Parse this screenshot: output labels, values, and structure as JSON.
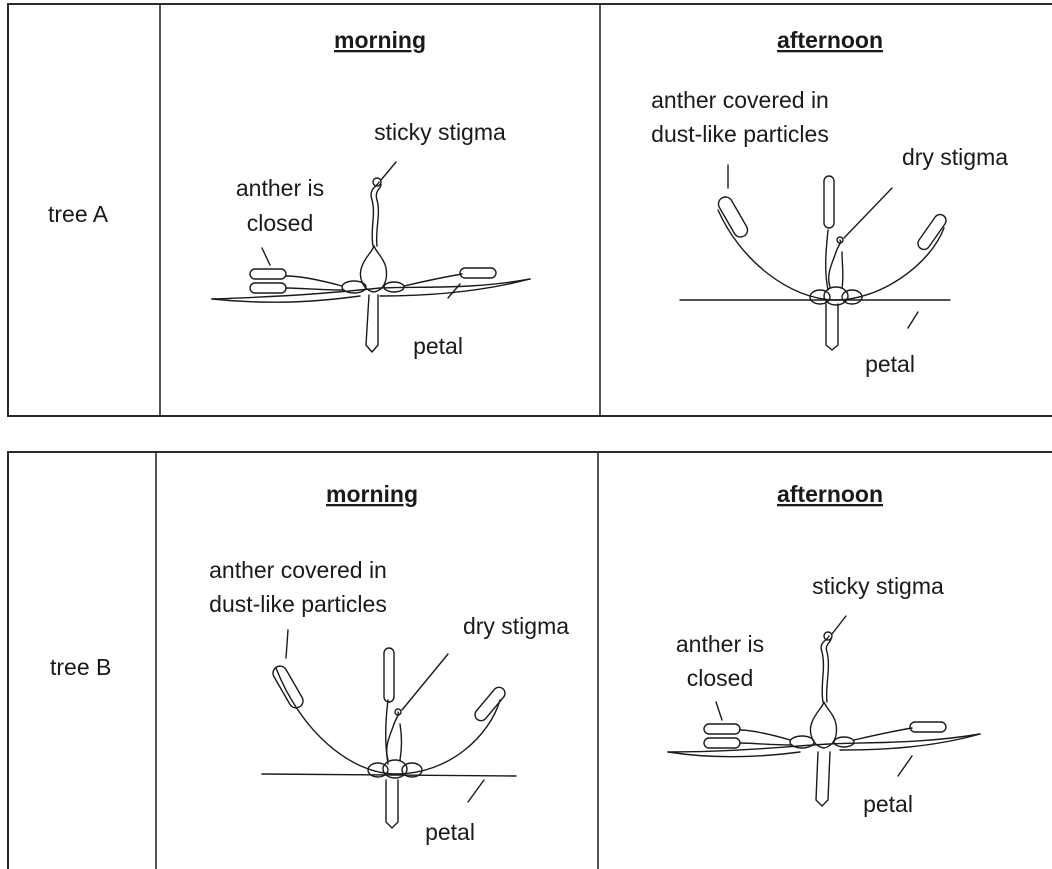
{
  "tables": [
    {
      "row_label": "tree A",
      "columns": [
        {
          "header": "morning",
          "flower_state": "closed",
          "labels": {
            "anther": "anther is closed",
            "anther_line1": "anther is",
            "anther_line2": "closed",
            "stigma": "sticky stigma",
            "petal": "petal"
          }
        },
        {
          "header": "afternoon",
          "flower_state": "open",
          "labels": {
            "anther_line1": "anther covered in",
            "anther_line2": "dust-like particles",
            "stigma": "dry stigma",
            "petal": "petal"
          }
        }
      ]
    },
    {
      "row_label": "tree B",
      "columns": [
        {
          "header": "morning",
          "flower_state": "open",
          "labels": {
            "anther_line1": "anther covered in",
            "anther_line2": "dust-like particles",
            "stigma": "dry stigma",
            "petal": "petal"
          }
        },
        {
          "header": "afternoon",
          "flower_state": "closed",
          "labels": {
            "anther_line1": "anther is",
            "anther_line2": "closed",
            "stigma": "sticky stigma",
            "petal": "petal"
          }
        }
      ]
    }
  ]
}
